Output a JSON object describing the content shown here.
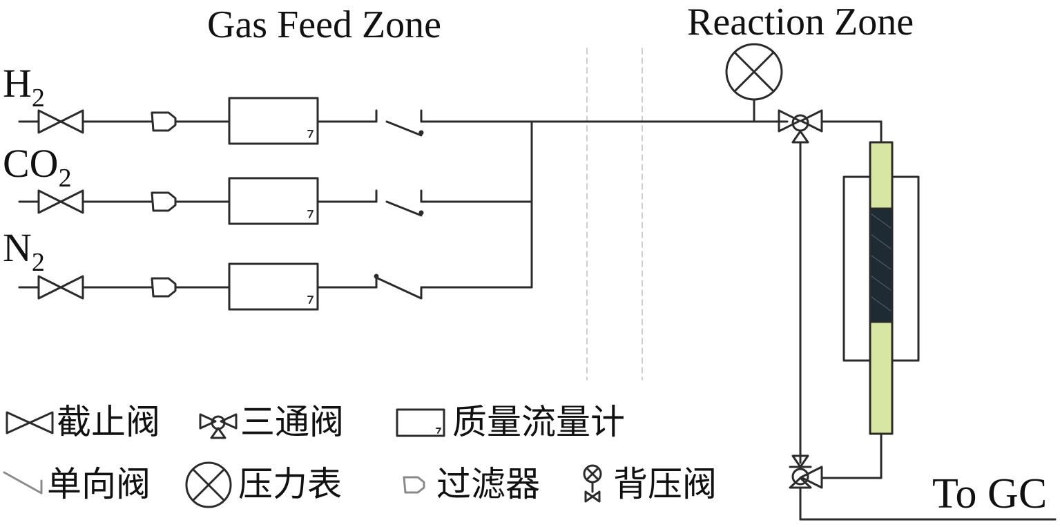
{
  "zones": {
    "gas_feed": "Gas Feed Zone",
    "reaction": "Reaction Zone"
  },
  "gases": [
    {
      "base": "H",
      "sub": "2"
    },
    {
      "base": "CO",
      "sub": "2"
    },
    {
      "base": "N",
      "sub": "2"
    }
  ],
  "outlet": "To GC",
  "legend": [
    {
      "icon": "stop-valve-icon",
      "label": "截止阀"
    },
    {
      "icon": "three-way-valve-icon",
      "label": "三通阀"
    },
    {
      "icon": "mass-flow-meter-icon",
      "label": "质量流量计"
    },
    {
      "icon": "check-valve-icon",
      "label": "单向阀"
    },
    {
      "icon": "pressure-gauge-icon",
      "label": "压力表"
    },
    {
      "icon": "filter-icon",
      "label": "过滤器"
    },
    {
      "icon": "back-pressure-valve-icon",
      "label": "背压阀"
    }
  ],
  "colors": {
    "line": "#2b2b2b",
    "catalyst_tube": "#d8e6a4",
    "catalyst_bed": "#1f2b33"
  }
}
